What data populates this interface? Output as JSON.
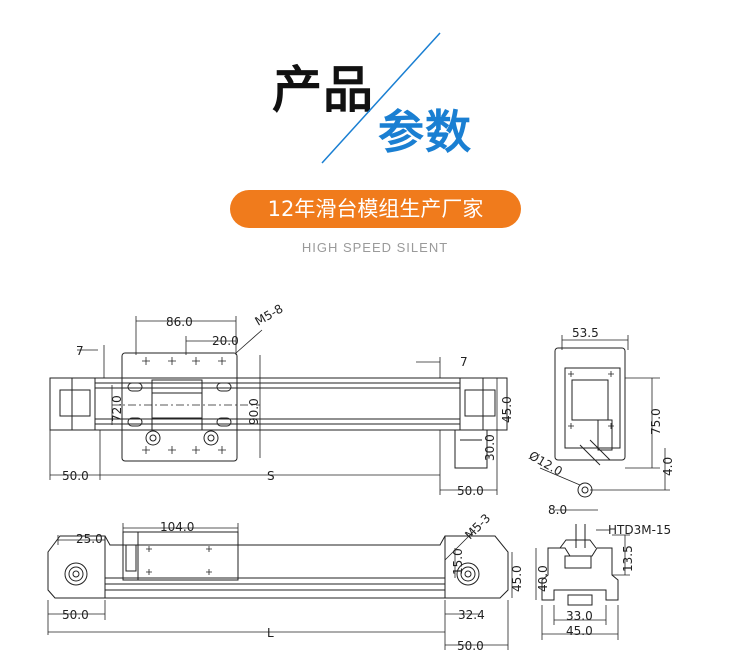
{
  "header": {
    "title_main": "产品",
    "title_sub": "参数",
    "banner": "12年滑台模组生产厂家",
    "subtitle": "HIGH SPEED SILENT"
  },
  "dimensions": {
    "top_view": {
      "width_86": "86.0",
      "hole_20": "20.0",
      "thread": "M5-8",
      "left_offset": "7",
      "right_offset": "7",
      "v_72": "72.0",
      "v_90": "90.0",
      "height_45": "45.0",
      "height_30": "30.0",
      "left_50": "50.0",
      "stroke": "S",
      "right_50": "50.0"
    },
    "side_view": {
      "w_104": "104.0",
      "left_25": "25.0",
      "thread": "M5-3",
      "h_15": "15.0",
      "h_45": "45.0",
      "left_50": "50.0",
      "right_32": "32.4",
      "length": "L",
      "right_50": "50.0"
    },
    "end_view": {
      "w_53": "53.5",
      "h_75": "75.0",
      "h_4": "4.0",
      "dia": "Ø12.0",
      "w_8": "8.0"
    },
    "profile": {
      "belt": "HTD3M-15",
      "h_13": "13.5",
      "h_40": "40.0",
      "w_33": "33.0",
      "w_45": "45.0"
    }
  },
  "colors": {
    "accent_blue": "#1a7fd2",
    "accent_orange": "#f07b1c"
  }
}
